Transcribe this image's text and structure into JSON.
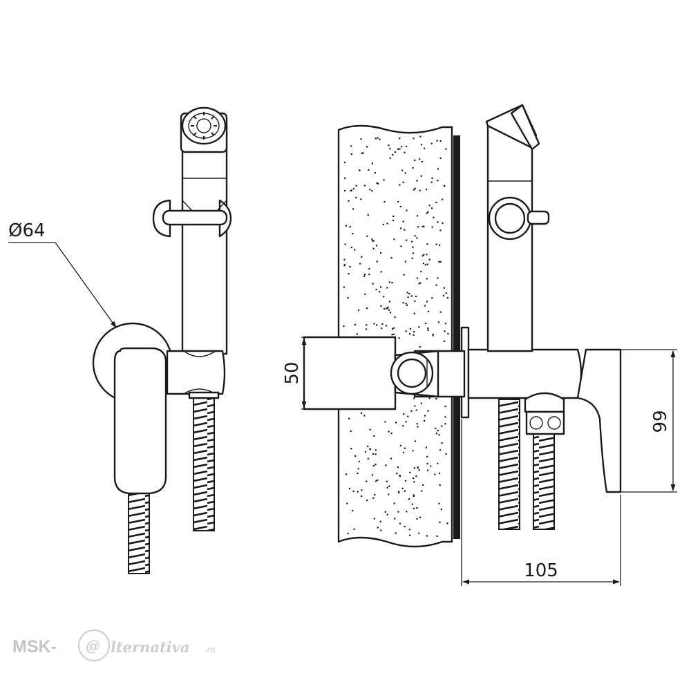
{
  "dimensions": {
    "diameter_label": "Ø64",
    "height_label": "50",
    "depth_label": "105",
    "body_height_label": "99"
  },
  "watermark": {
    "prefix": "MSK-",
    "mark": "@",
    "suffix": "lternativa",
    "domain": ".ru"
  }
}
